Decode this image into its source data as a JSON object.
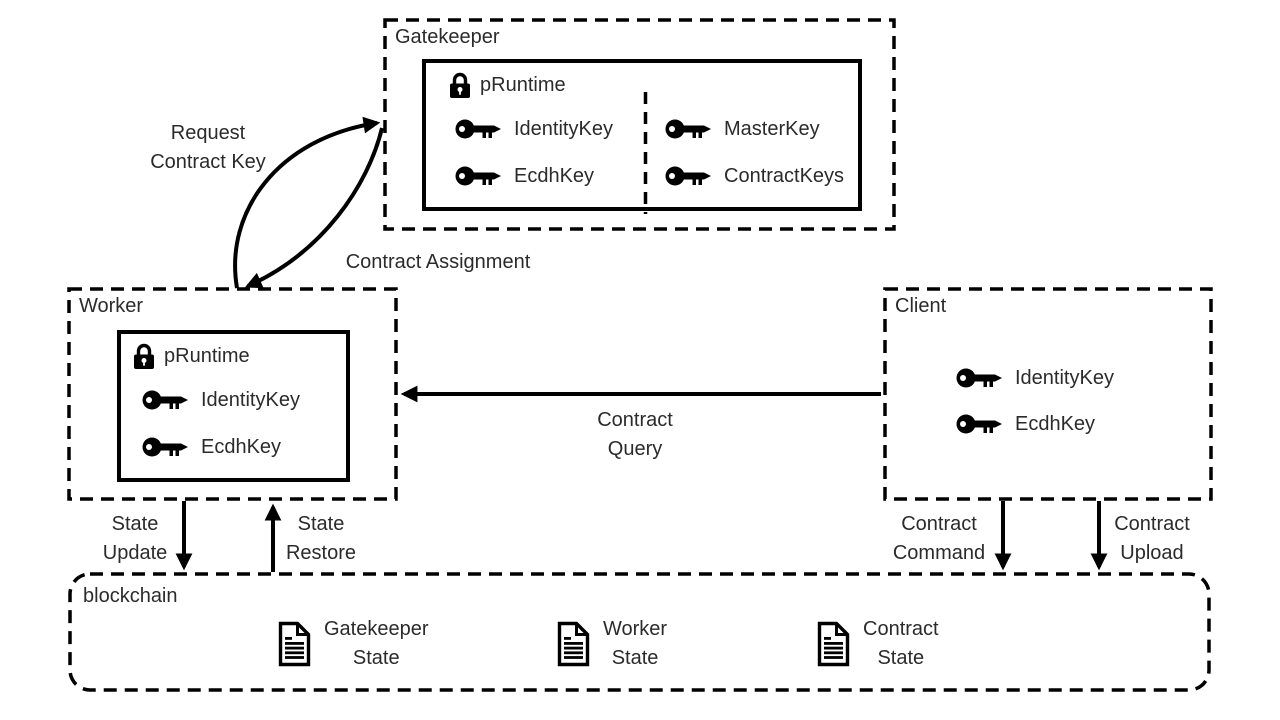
{
  "gatekeeper": {
    "label": "Gatekeeper",
    "pruntime": {
      "label": "pRuntime",
      "keys_left": [
        {
          "label": "IdentityKey"
        },
        {
          "label": "EcdhKey"
        }
      ],
      "keys_right": [
        {
          "label": "MasterKey"
        },
        {
          "label": "ContractKeys"
        }
      ]
    }
  },
  "worker": {
    "label": "Worker",
    "pruntime": {
      "label": "pRuntime",
      "keys": [
        {
          "label": "IdentityKey"
        },
        {
          "label": "EcdhKey"
        }
      ]
    }
  },
  "client": {
    "label": "Client",
    "keys": [
      {
        "label": "IdentityKey"
      },
      {
        "label": "EcdhKey"
      }
    ]
  },
  "blockchain": {
    "label": "blockchain",
    "documents": [
      {
        "line1": "Gatekeeper",
        "line2": "State"
      },
      {
        "line1": "Worker",
        "line2": "State"
      },
      {
        "line1": "Contract",
        "line2": "State"
      }
    ]
  },
  "edges": {
    "request_contract_key": {
      "line1": "Request",
      "line2": "Contract Key"
    },
    "contract_assignment": {
      "label": "Contract Assignment"
    },
    "contract_query": {
      "line1": "Contract",
      "line2": "Query"
    },
    "state_update": {
      "line1": "State",
      "line2": "Update"
    },
    "state_restore": {
      "line1": "State",
      "line2": "Restore"
    },
    "contract_command": {
      "line1": "Contract",
      "line2": "Command"
    },
    "contract_upload": {
      "line1": "Contract",
      "line2": "Upload"
    }
  },
  "icons": {
    "lock": "lock-icon",
    "key": "key-icon",
    "document": "document-icon"
  },
  "colors": {
    "ink": "#000000",
    "text": "#2b2b2b",
    "background": "#ffffff"
  }
}
